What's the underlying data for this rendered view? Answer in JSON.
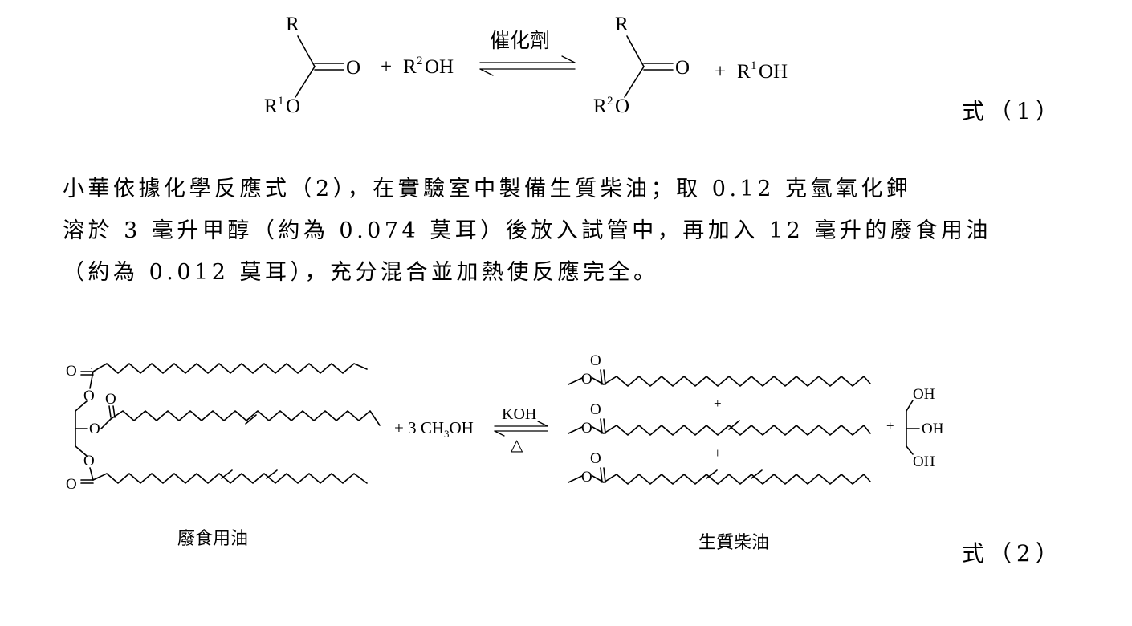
{
  "equation1": {
    "left_ester": {
      "R": "R",
      "O_carbonyl": "O",
      "R1": "R",
      "R1_sup": "1",
      "O_ether": "O"
    },
    "reagent": {
      "plus": "+",
      "R": "R",
      "sup": "2",
      "OH": "OH"
    },
    "catalyst": "催化劑",
    "right_ester": {
      "R": "R",
      "O_carbonyl": "O",
      "R2": "R",
      "R2_sup": "2",
      "O_ether": "O"
    },
    "product": {
      "plus": "+",
      "R": "R",
      "sup": "1",
      "OH": "OH"
    },
    "label": "式（1）"
  },
  "paragraph": {
    "line1": "小華依據化學反應式（2），在實驗室中製備生質柴油；取 0.12 克氫氧化鉀",
    "line2": "溶於 3 毫升甲醇（約為 0.074 莫耳）後放入試管中，再加入 12 毫升的廢食用油",
    "line3": "（約為 0.012 莫耳），充分混合並加熱使反應完全。"
  },
  "equation2": {
    "o_labels": [
      "O",
      "O",
      "O",
      "O",
      "O",
      "O"
    ],
    "reagent_prefix": "+ 3 CH",
    "reagent_sub": "3",
    "reagent_suffix": "OH",
    "catalyst": "KOH",
    "heat": "△",
    "product_o_labels": [
      "O",
      "O",
      "O",
      "O",
      "O",
      "O"
    ],
    "plus_between": [
      "+",
      "+"
    ],
    "plus_glycerol": "+",
    "glycerol_oh": [
      "OH",
      "OH",
      "OH"
    ],
    "left_caption": "廢食用油",
    "right_caption": "生質柴油",
    "label": "式（2）"
  }
}
